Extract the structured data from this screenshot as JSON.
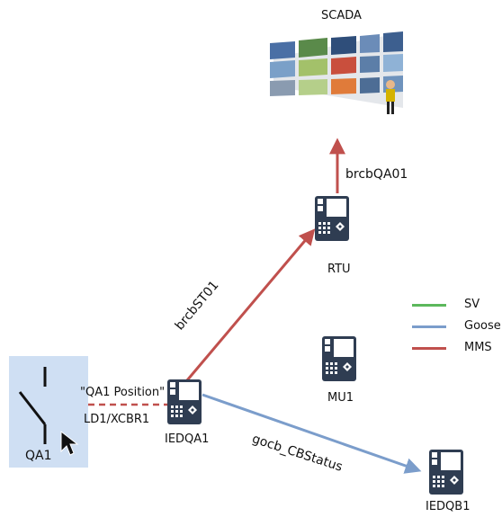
{
  "nodes": {
    "scada": "SCADA",
    "rtu": "RTU",
    "mu1": "MU1",
    "iedqa1": "IEDQA1",
    "iedqb1": "IEDQB1",
    "qa1": "QA1"
  },
  "links": {
    "brcb_qa01": "brcbQA01",
    "brcb_st01": "brcbST01",
    "gocb": "gocb_CBStatus",
    "qa1_position": "\"QA1 Position\"",
    "ld1": "LD1/XCBR1"
  },
  "legend": [
    {
      "label": "SV",
      "color": "#5cb85c"
    },
    {
      "label": "Goose",
      "color": "#7b9dcb"
    },
    {
      "label": "MMS",
      "color": "#c0504d"
    }
  ],
  "colors": {
    "mms": "#c0504d",
    "goose": "#7b9dcb",
    "sv": "#5cb85c",
    "device": "#2f3d52",
    "highlight": "#cfdff3"
  }
}
